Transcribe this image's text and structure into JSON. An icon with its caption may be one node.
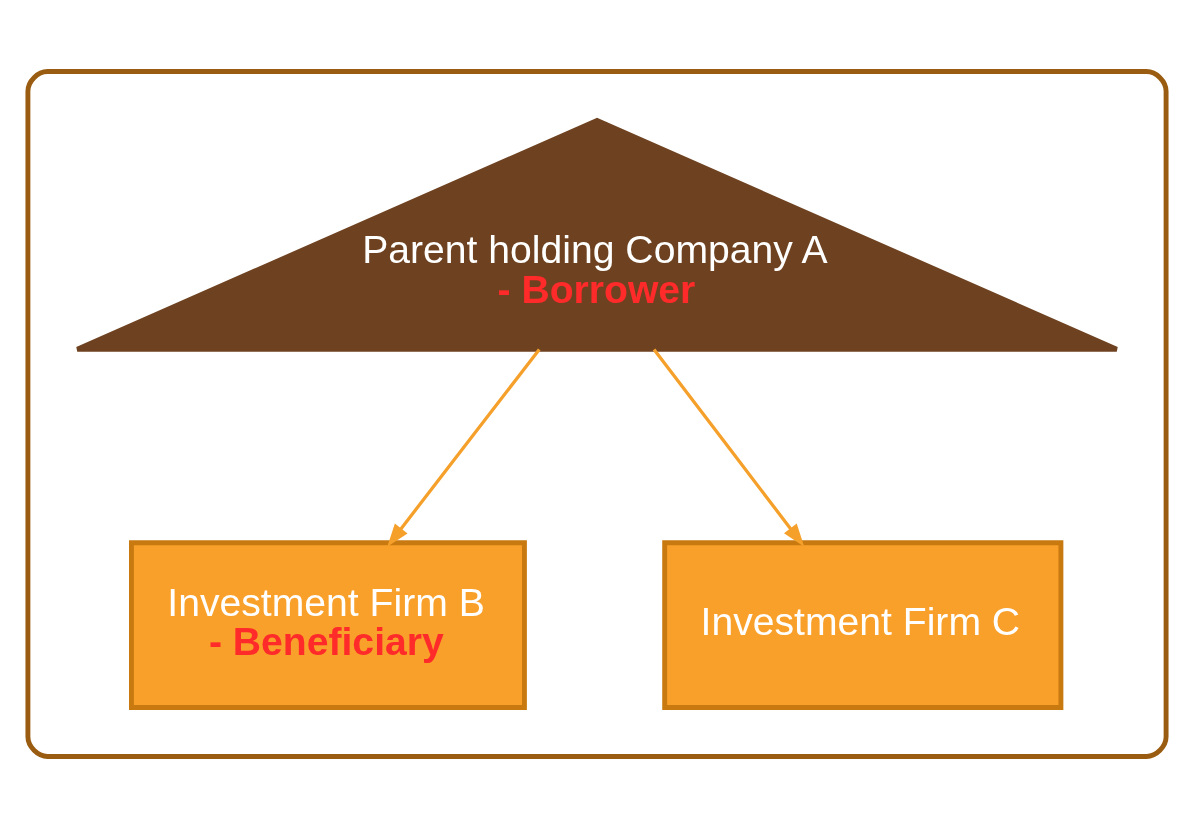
{
  "diagram": {
    "nodes": [
      {
        "text": [],
        "shape": "ellipse"
      },
      {
        "text": [
          "Parent holding Company A",
          "- Borrower"
        ],
        "in": 0
      },
      {
        "text": [
          "Investment Firm B",
          "- Beneficiary"
        ],
        "in": 0
      },
      {
        "text": [
          "Investment Firm C"
        ],
        "in": 0
      }
    ],
    "edges": [
      {
        "from": 1,
        "to": 2,
        "arrow": "to",
        "color": "#f5a02a"
      },
      {
        "from": 1,
        "to": 3,
        "arrow": "to",
        "color": "#f5a02a"
      }
    ]
  }
}
